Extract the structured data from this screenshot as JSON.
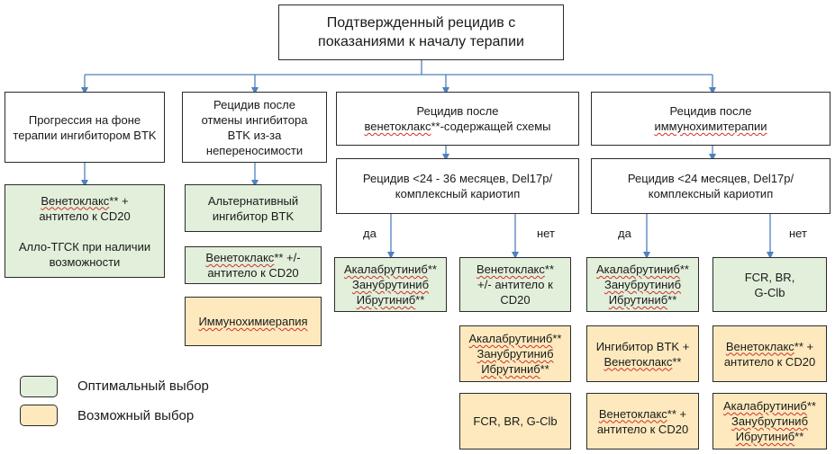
{
  "root": {
    "line1": "Подтвержденный рецидив с",
    "line2": "показаниями к началу терапии"
  },
  "categories": [
    {
      "line1": "Прогрессия на фоне",
      "line2": "терапии ингибитором BTK"
    },
    {
      "line1": "Рецидив после",
      "line2": "отмены ингибитора",
      "line3": "BTK из-за",
      "line4": "непереносимости"
    },
    {
      "line1": "Рецидив после",
      "line2a": "венетоклакс",
      "line2b": "**-содержащей схемы"
    },
    {
      "line1": "Рецидив после",
      "line2": "иммунохимитерапии"
    }
  ],
  "conditions": [
    {
      "line1": "Рецидив <24 - 36 месяцев, Del17p/",
      "line2": "комплексный кариотип"
    },
    {
      "line1": "Рецидив <24 месяцев, Del17p/",
      "line2": "комплексный кариотип"
    }
  ],
  "yes_label": "да",
  "no_label": "нет",
  "treatments": {
    "col1_green": {
      "line1a": "Венетоклакс",
      "line1b": "** +",
      "line2": "антитело к CD20",
      "line3": "Алло-ТГСК при наличии",
      "line4": "возможности"
    },
    "col2_green_a": {
      "line1": "Альтернативный",
      "line2": "ингибитор BTK"
    },
    "col2_green_b": {
      "line1a": "Венетоклакс",
      "line1b": "** +/-",
      "line2": "антитело к  CD20"
    },
    "col2_yellow": {
      "line1": "Иммунохимиерапия"
    },
    "col3_yes_green": {
      "line1a": "Акалабрутиниб",
      "line1b": "**",
      "line2": "Занубрутиниб",
      "line3a": "Ибрутиниб",
      "line3b": "**"
    },
    "col3_no_green": {
      "line1a": "Венетоклакс",
      "line1b": "**",
      "line2": "+/- антитело к",
      "line3": "CD20"
    },
    "col3_no_yellow_a": {
      "line1a": "Акалабрутиниб",
      "line1b": "**",
      "line2": "Занубрутиниб",
      "line3a": "Ибрутиниб",
      "line3b": "**"
    },
    "col3_no_yellow_b": {
      "line1": "FCR, BR, G-Clb"
    },
    "col4_yes_green": {
      "line1a": "Акалабрутиниб",
      "line1b": "**",
      "line2": "Занубрутиниб",
      "line3a": "Ибрутиниб",
      "line3b": "**"
    },
    "col4_yes_yellow_a": {
      "line1": "Ингибитор BTK +",
      "line2a": "Венетоклакс",
      "line2b": "**"
    },
    "col4_yes_yellow_b": {
      "line1a": "Венетоклакс",
      "line1b": "** +",
      "line2": "антитело к  CD20"
    },
    "col4_no_green": {
      "line1": "FCR, BR,",
      "line2": "G-Clb"
    },
    "col4_no_yellow_a": {
      "line1a": "Венетоклакс",
      "line1b": "** +",
      "line2": "антитело к  CD20"
    },
    "col4_no_yellow_b": {
      "line1a": "Акалабрутиниб",
      "line1b": "**",
      "line2": "Занубрутиниб",
      "line3a": "Ибрутиниб",
      "line3b": "**"
    }
  },
  "legend": [
    {
      "label": "Оптимальный выбор",
      "color": "#e2efda"
    },
    {
      "label": "Возможный выбор",
      "color": "#fde9bd"
    }
  ],
  "connector_color": "#4f81bd"
}
